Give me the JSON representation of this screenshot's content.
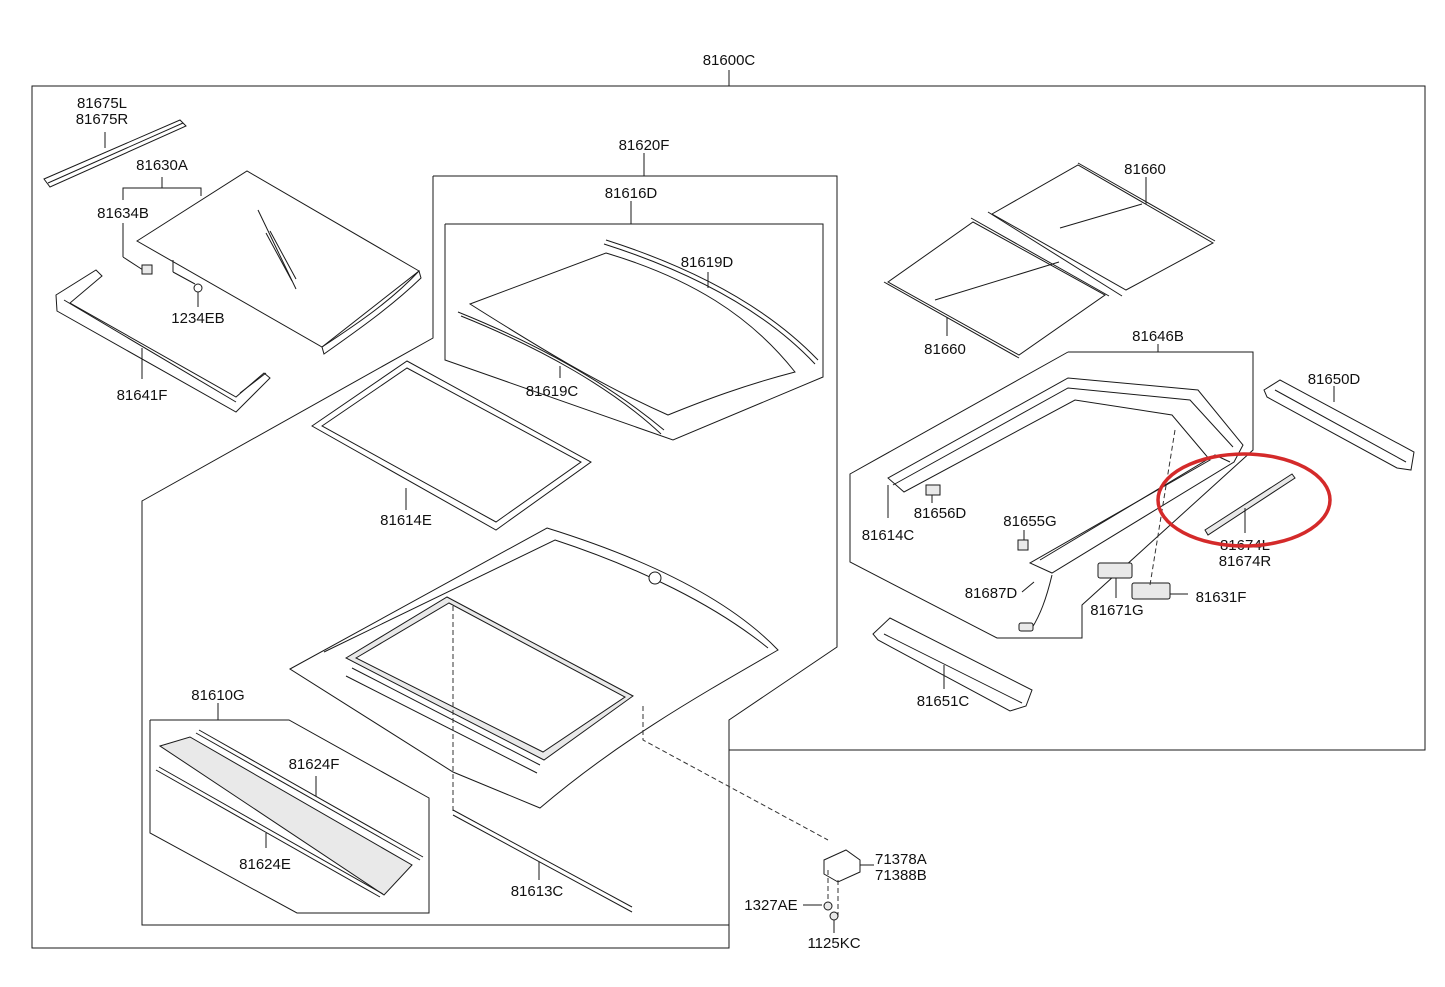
{
  "diagram": {
    "assembly_label": "81600C",
    "highlight_color": "#d42a2a",
    "labels": {
      "p81675": [
        "81675L",
        "81675R"
      ],
      "p81630A": "81630A",
      "p81634B": "81634B",
      "p1234EB": "1234EB",
      "p81641F": "81641F",
      "p81620F": "81620F",
      "p81616D": "81616D",
      "p81619D": "81619D",
      "p81619C": "81619C",
      "p81614E": "81614E",
      "p81610G": "81610G",
      "p81624F": "81624F",
      "p81624E": "81624E",
      "p81613C": "81613C",
      "p81660_top": "81660",
      "p81660_bottom": "81660",
      "p81646B": "81646B",
      "p81650D": "81650D",
      "p81614C": "81614C",
      "p81656D": "81656D",
      "p81655G": "81655G",
      "p81674": [
        "81674L",
        "81674R"
      ],
      "p81687D": "81687D",
      "p81671G": "81671G",
      "p81631F": "81631F",
      "p81651C": "81651C",
      "p71378": [
        "71378A",
        "71388B"
      ],
      "p1327AE": "1327AE",
      "p1125KC": "1125KC"
    }
  }
}
